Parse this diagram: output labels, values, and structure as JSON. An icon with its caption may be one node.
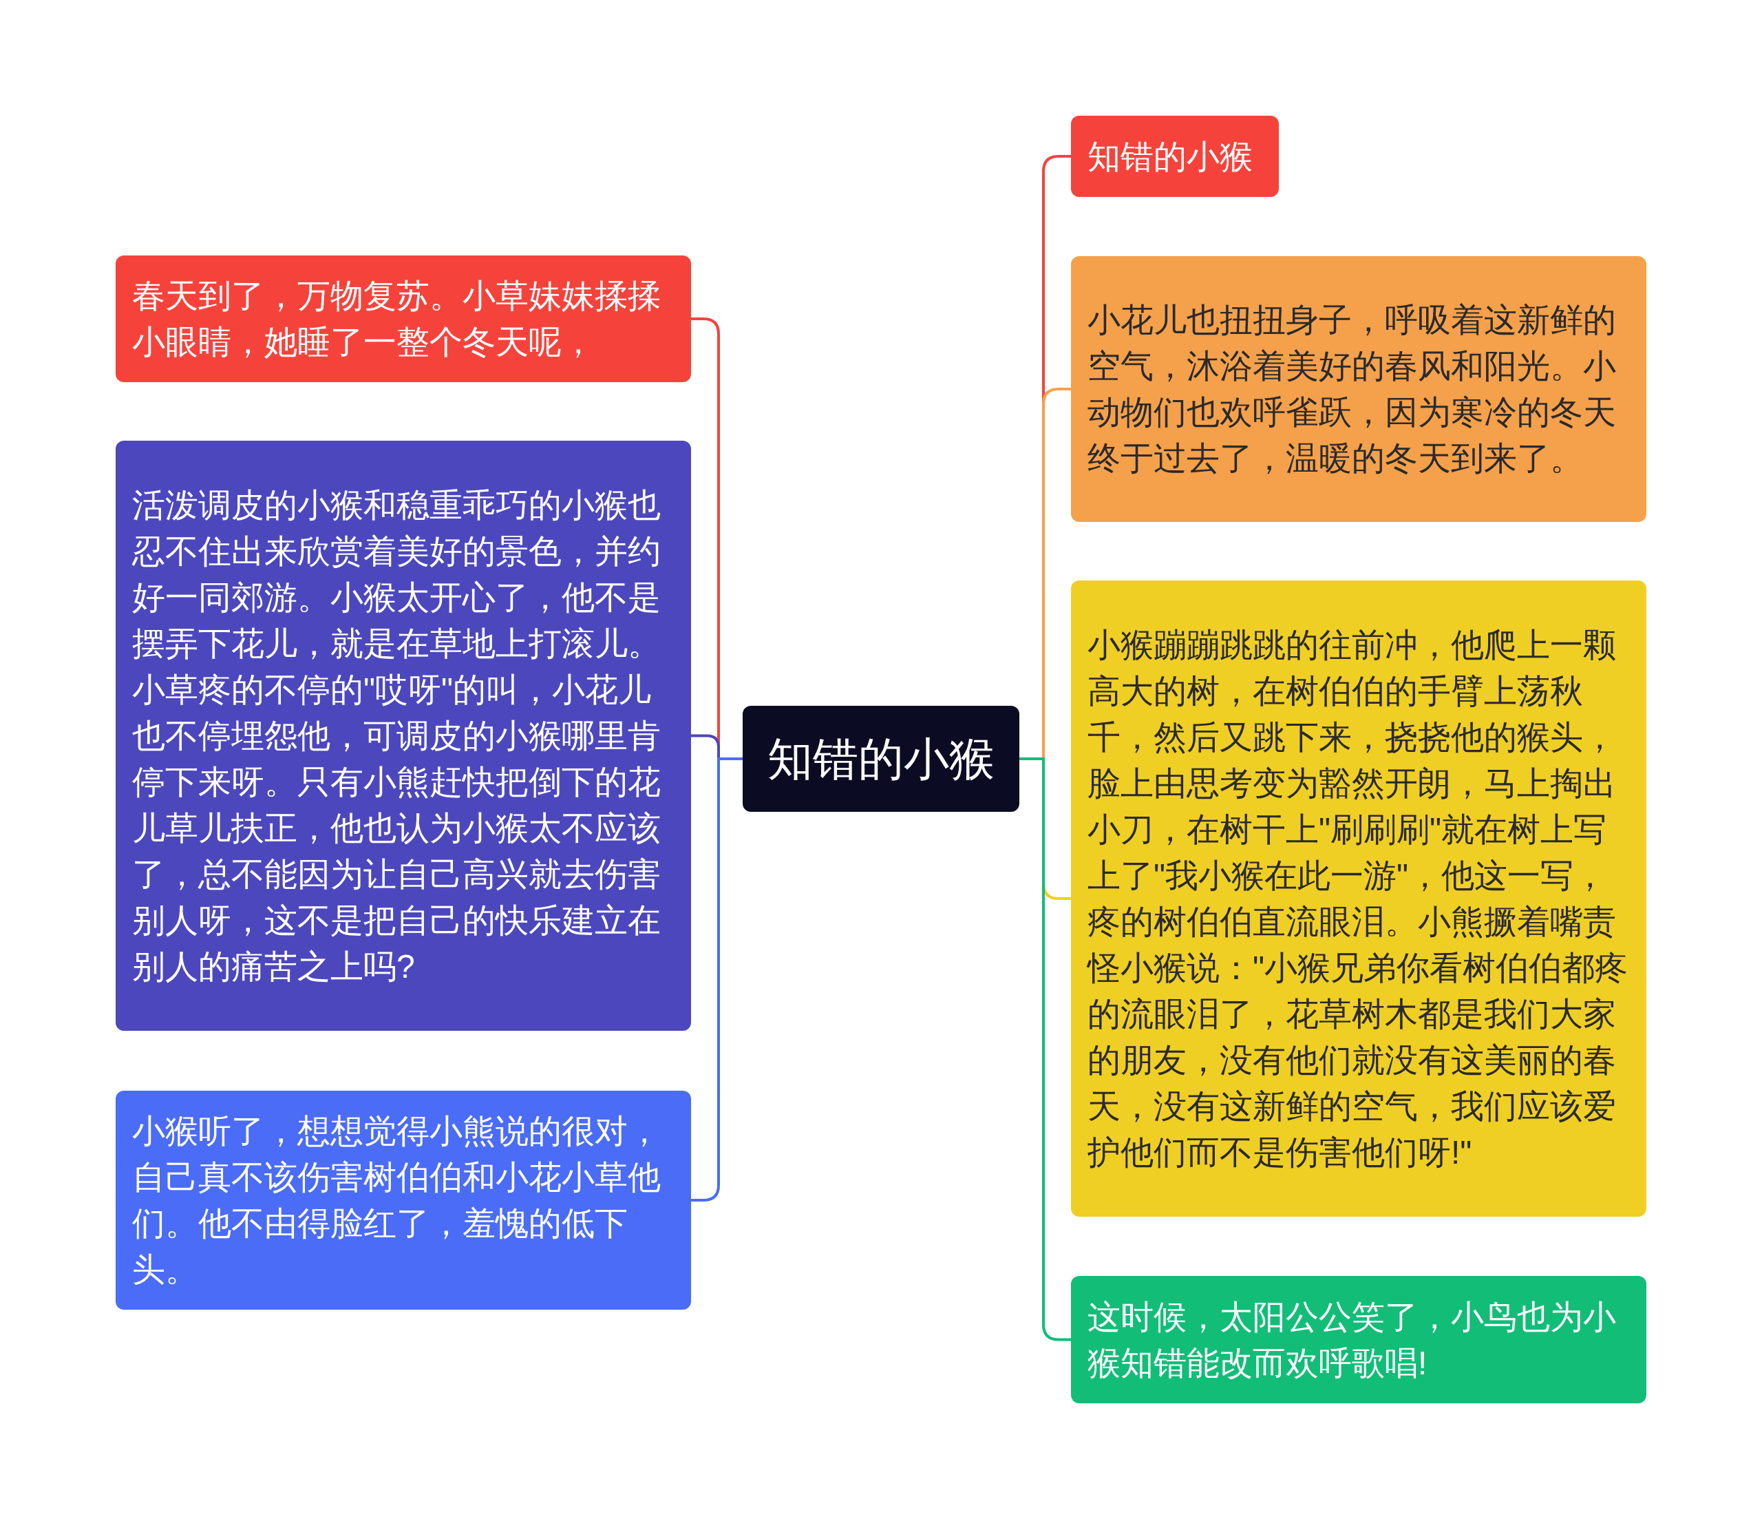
{
  "diagram": {
    "nodes": [
      {
        "text": [
          "知错的小猴"
        ]
      },
      {
        "text": [
          "春天到了，万物复苏。小草妹妹揉揉小眼睛，她睡了一整个冬天呢，"
        ]
      },
      {
        "text": [
          "活泼调皮的小猴和稳重乖巧的小猴也忍不住出来欣赏着美好的景色，并约好一同郊游。小猴太开心了，他不是摆弄下花儿，就是在草地上打滚儿。小草疼的不停的\"哎呀\"的叫，小花儿也不停埋怨他，可调皮的小猴哪里肯停下来呀。只有小熊赶快把倒下的花儿草儿扶正，他也认为小猴太不应该了，总不能因为让自己高兴就去伤害别人呀，这不是把自己的快乐建立在别人的痛苦之上吗?"
        ]
      },
      {
        "text": [
          "小猴听了，想想觉得小熊说的很对，自己真不该伤害树伯伯和小花小草他们。他不由得脸红了，羞愧的低下头。"
        ]
      },
      {
        "text": [
          "知错的小猴"
        ]
      },
      {
        "text": [
          "小花儿也扭扭身子，呼吸着这新鲜的空气，沐浴着美好的春风和阳光。小动物们也欢呼雀跃，因为寒冷的冬天终于过去了，温暖的冬天到来了。"
        ]
      },
      {
        "text": [
          "小猴蹦蹦跳跳的往前冲，他爬上一颗高大的树，在树伯伯的手臂上荡秋千，然后又跳下来，挠挠他的猴头，脸上由思考变为豁然开朗，马上掏出小刀，在树干上\"刷刷刷\"就在树上写上了\"我小猴在此一游\"，他这一写，疼的树伯伯直流眼泪。小熊撅着嘴责怪小猴说：\"小猴兄弟你看树伯伯都疼的流眼泪了，花草树木都是我们大家的朋友，没有他们就没有这美丽的春天，没有这新鲜的空气，我们应该爱护他们而不是伤害他们呀!\""
        ]
      },
      {
        "text": [
          "这时候，太阳公公笑了，小鸟也为小猴知错能改而欢呼歌唱!"
        ]
      }
    ],
    "edges": [
      {
        "from": 0,
        "to": 1,
        "arrow": "none",
        "color": "#f5433b"
      },
      {
        "from": 0,
        "to": 2,
        "arrow": "none",
        "color": "#4d47bd"
      },
      {
        "from": 0,
        "to": 3,
        "arrow": "none",
        "color": "#4a6cf7"
      },
      {
        "from": 0,
        "to": 4,
        "arrow": "none",
        "color": "#f5433b"
      },
      {
        "from": 0,
        "to": 5,
        "arrow": "none",
        "color": "#f5a14b"
      },
      {
        "from": 0,
        "to": 6,
        "arrow": "none",
        "color": "#f0cf25"
      },
      {
        "from": 0,
        "to": 7,
        "arrow": "none",
        "color": "#12bd78"
      }
    ]
  }
}
